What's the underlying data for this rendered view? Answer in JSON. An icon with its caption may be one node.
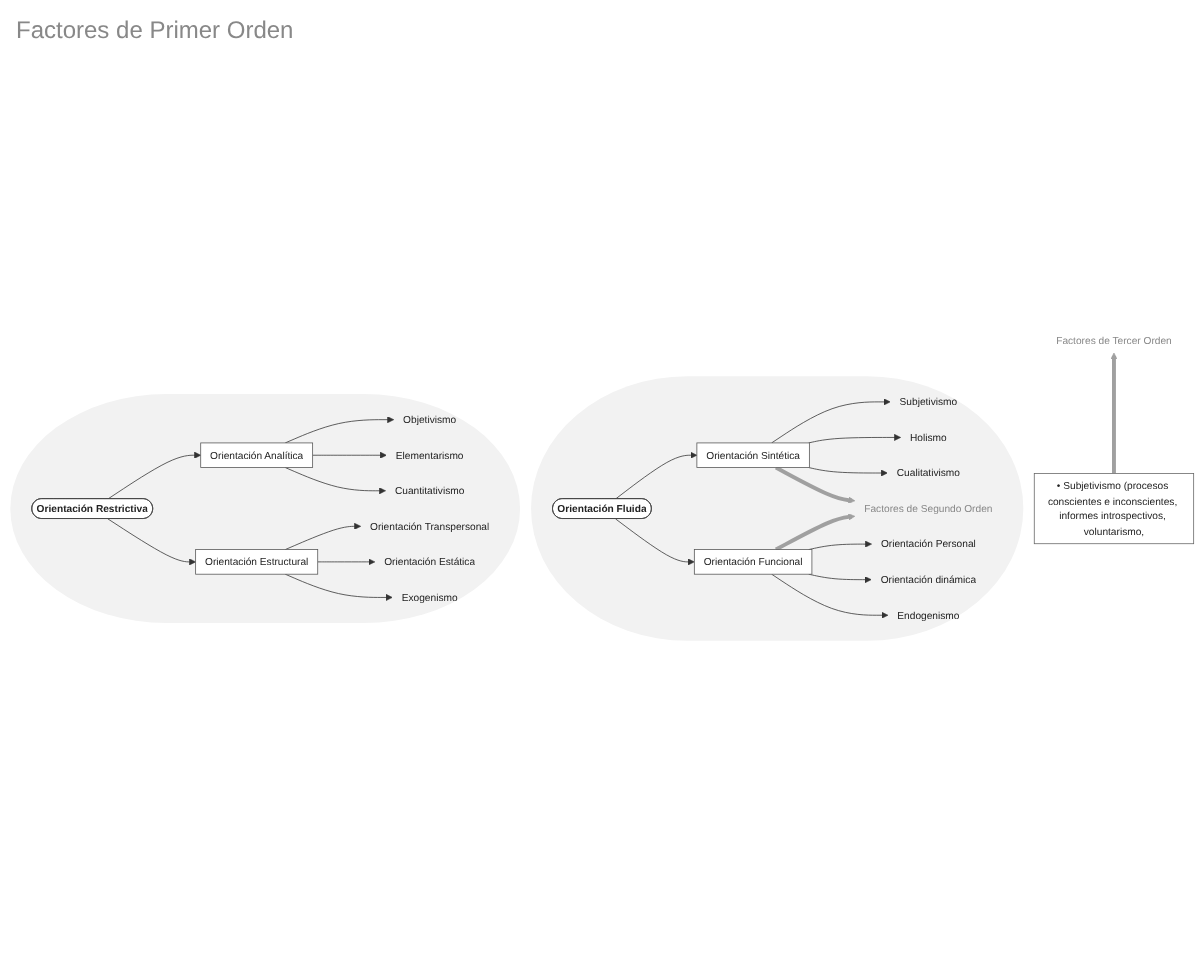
{
  "diagram": {
    "nodes": [
      {
        "text": [],
        "shape": "ellipse"
      },
      {
        "text": [
          "Orientación Fluida"
        ],
        "in": 0
      },
      {
        "text": [
          "Orientación Sintética"
        ],
        "in": 0
      },
      {
        "text": [
          "Subjetivismo"
        ],
        "in": 0
      },
      {
        "text": [
          "Holismo"
        ],
        "in": 0
      },
      {
        "text": [
          "Cualitativismo"
        ],
        "in": 0
      },
      {
        "text": [
          "Factores de Segundo Orden"
        ],
        "in": 0
      },
      {
        "text": [
          "Orientación Funcional"
        ],
        "in": 0
      },
      {
        "text": [
          "Orientación Personal"
        ],
        "in": 0
      },
      {
        "text": [
          "Orientación dinámica"
        ],
        "in": 0
      },
      {
        "text": [
          "Endogenismo"
        ],
        "in": 0
      },
      {
        "text": [
          "Factores de Tercer Orden"
        ]
      },
      {
        "text": [],
        "shape": "ellipse"
      },
      {
        "text": [
          "Objetivismo"
        ],
        "in": 12
      },
      {
        "text": [
          "Elementarismo"
        ],
        "in": 12
      },
      {
        "text": [
          "Cuantitativismo"
        ],
        "in": 12
      },
      {
        "text": [
          "Orientación Analítica"
        ],
        "in": 12
      },
      {
        "text": [
          "Orientación Restrictiva"
        ],
        "in": 12
      },
      {
        "text": [
          "Orientación Transpersonal"
        ],
        "in": 12
      },
      {
        "text": [
          "Orientación Estática"
        ],
        "in": 12
      },
      {
        "text": [
          "Exogenismo"
        ],
        "in": 12
      },
      {
        "text": [
          "Orientación Estructural"
        ],
        "in": 12
      },
      {
        "text": [
          "• Subjetivismo (procesos conscientes e inconscientes, informes introspectivos, voluntarismo,"
        ]
      }
    ],
    "edges": [
      {
        "from": 1,
        "to": 2,
        "arrow": "to"
      },
      {
        "from": 1,
        "to": 7,
        "arrow": "to"
      },
      {
        "from": 2,
        "to": 3,
        "arrow": "to"
      },
      {
        "from": 2,
        "to": 4,
        "arrow": "to"
      },
      {
        "from": 2,
        "to": 5,
        "arrow": "to"
      },
      {
        "from": 2,
        "to": 6,
        "arrow": "to",
        "style": "thick",
        "color": "#a0a0a0"
      },
      {
        "from": 7,
        "to": 6,
        "arrow": "to",
        "style": "thick",
        "color": "#a0a0a0"
      },
      {
        "from": 7,
        "to": 8,
        "arrow": "to"
      },
      {
        "from": 7,
        "to": 9,
        "arrow": "to"
      },
      {
        "from": 7,
        "to": 10,
        "arrow": "to"
      },
      {
        "from": 22,
        "to": 11,
        "arrow": "to",
        "style": "thick",
        "color": "#a0a0a0"
      },
      {
        "from": 17,
        "to": 16,
        "arrow": "to"
      },
      {
        "from": 17,
        "to": 21,
        "arrow": "to"
      },
      {
        "from": 16,
        "to": 13,
        "arrow": "to"
      },
      {
        "from": 16,
        "to": 14,
        "arrow": "to"
      },
      {
        "from": 16,
        "to": 15,
        "arrow": "to"
      },
      {
        "from": 21,
        "to": 18,
        "arrow": "to"
      },
      {
        "from": 21,
        "to": 19,
        "arrow": "to"
      },
      {
        "from": 21,
        "to": 20,
        "arrow": "to"
      }
    ],
    "labels": [
      "Factores de Primer Orden"
    ]
  }
}
